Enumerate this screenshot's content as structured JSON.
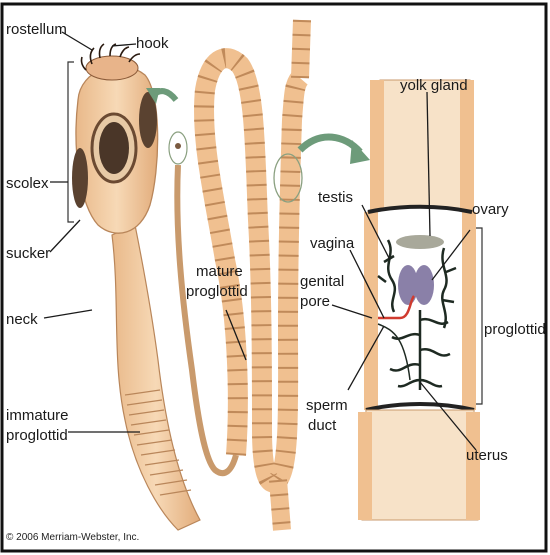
{
  "labels": {
    "rostellum": "rostellum",
    "hook": "hook",
    "scolex": "scolex",
    "sucker": "sucker",
    "neck": "neck",
    "immature_proglottid": [
      "immature",
      "proglottid"
    ],
    "mature_proglottid": [
      "mature",
      "proglottid"
    ],
    "yolk_gland": "yolk gland",
    "testis": "testis",
    "ovary": "ovary",
    "vagina": "vagina",
    "genital_pore": [
      "genital",
      "pore"
    ],
    "proglottid": "proglottid",
    "sperm_duct": [
      "sperm",
      "duct"
    ],
    "uterus": "uterus"
  },
  "copyright": "© 2006 Merriam-Webster, Inc.",
  "colors": {
    "body": "#f2c79a",
    "body_stroke": "#b9865a",
    "segment_edge": "#c08a5a",
    "sucker": "#4a3628",
    "arrow": "#6d9b7a",
    "organs_dark": "#1e2a22",
    "ovary": "#8a80a8",
    "yolk": "#a8a89a",
    "red_tube": "#d03b2f",
    "border": "#111111"
  }
}
